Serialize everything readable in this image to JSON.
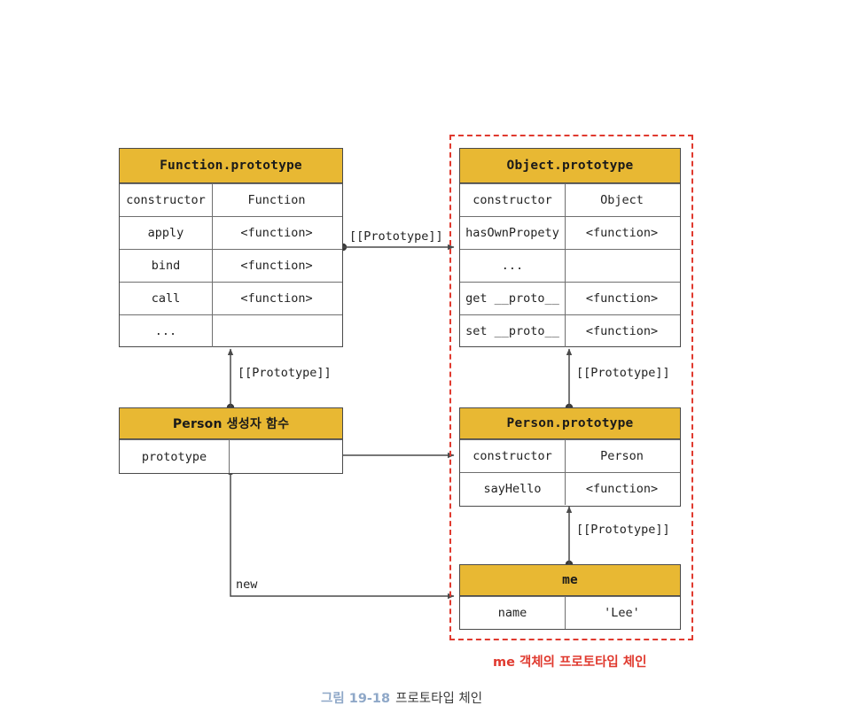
{
  "figure": {
    "caption_number": "그림 19-18",
    "caption_text": "프로토타입 체인",
    "chain_caption": "me 객체의 프로토타입 체인",
    "accent_gold": "#e8b833",
    "accent_red": "#e03a2f",
    "line_color": "#4a4a4a",
    "caption_number_color": "#8fa8c8"
  },
  "tables": {
    "function_prototype": {
      "title": "Function.prototype",
      "rows": [
        {
          "key": "constructor",
          "value": "Function"
        },
        {
          "key": "apply",
          "value": "<function>"
        },
        {
          "key": "bind",
          "value": "<function>"
        },
        {
          "key": "call",
          "value": "<function>"
        },
        {
          "key": "...",
          "value": ""
        }
      ]
    },
    "object_prototype": {
      "title": "Object.prototype",
      "rows": [
        {
          "key": "constructor",
          "value": "Object"
        },
        {
          "key": "hasOwnPropety",
          "value": "<function>"
        },
        {
          "key": "...",
          "value": ""
        },
        {
          "key": "get __proto__",
          "value": "<function>"
        },
        {
          "key": "set __proto__",
          "value": "<function>"
        }
      ]
    },
    "person_constructor": {
      "title": "Person 생성자 함수",
      "rows": [
        {
          "key": "prototype",
          "value": ""
        }
      ]
    },
    "person_prototype": {
      "title": "Person.prototype",
      "rows": [
        {
          "key": "constructor",
          "value": "Person"
        },
        {
          "key": "sayHello",
          "value": "<function>"
        }
      ]
    },
    "me_object": {
      "title": "me",
      "rows": [
        {
          "key": "name",
          "value": "'Lee'"
        }
      ]
    }
  },
  "connectors": {
    "function_to_object": "[[Prototype]]",
    "person_fn_to_function_proto": "[[Prototype]]",
    "object_proto_to_person_proto": "[[Prototype]]",
    "person_proto_to_me": "[[Prototype]]",
    "new_instance": "new"
  }
}
